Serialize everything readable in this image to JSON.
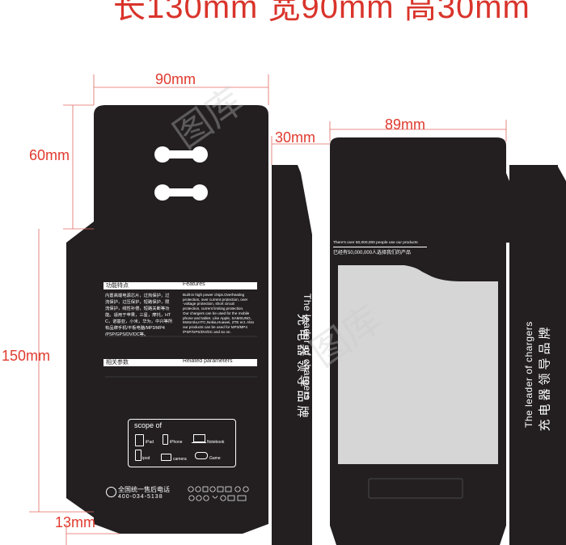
{
  "title": "长130mm  宽90mm  高30mm",
  "dimensions": {
    "width_top": "90mm",
    "height_flap": "60mm",
    "height_body": "150mm",
    "depth": "30mm",
    "width_back": "89mm",
    "bottom": "13mm"
  },
  "panel_front": {
    "features_cn_header": "功能特点",
    "features_en_header": "Features",
    "features_cn_text": [
      "内置高端电源芯片，过热保护，过",
      "流保护，过压保护，短路保护，限",
      "流保护，线性补偿，短路关断等功",
      "能。适用于苹果，三星，摩托，HT",
      "C，诺基亚，小米，华为，中兴等所",
      "有品牌手机/平板电脑/MP3/MP4",
      "/PSP/GPS/DV/DC等。"
    ],
    "features_en_text": [
      "Built-in high power chips.Overheating",
      "protection, over current protection, over",
      "-voltage protection, short circuit",
      "protection, current limiting protection.",
      "Our chargers can be used for the mobile",
      "phone and tablet. Like Apple, SAMSUNG,",
      "Motorola,HTC,Nokia,Huawei, ZTE ect. Also",
      "our products can be used for MP3/MP4",
      "/PSP/GPS/DV/DC and so on."
    ],
    "params_cn_header": "相关参数",
    "params_en_header": "Related parameters",
    "scope_title": "scope of",
    "scope_items": [
      "iPad",
      "iPhone",
      "Notebook",
      "ipod",
      "camera",
      "Game"
    ],
    "hotline_label": "全国统一售后电话",
    "hotline_number": "400-034-5138"
  },
  "panel_back": {
    "users_en": "There's over 50,000,000 people use our products",
    "users_cn": "已经有50,000,000人选择我们的产品"
  },
  "side_text_en": "The leader of chargers",
  "side_text_cn": "充电器领导品牌",
  "watermark": "图库",
  "colors": {
    "box": "#231f20",
    "dimension": "#e03a2e",
    "window": "#d6d6d6"
  }
}
